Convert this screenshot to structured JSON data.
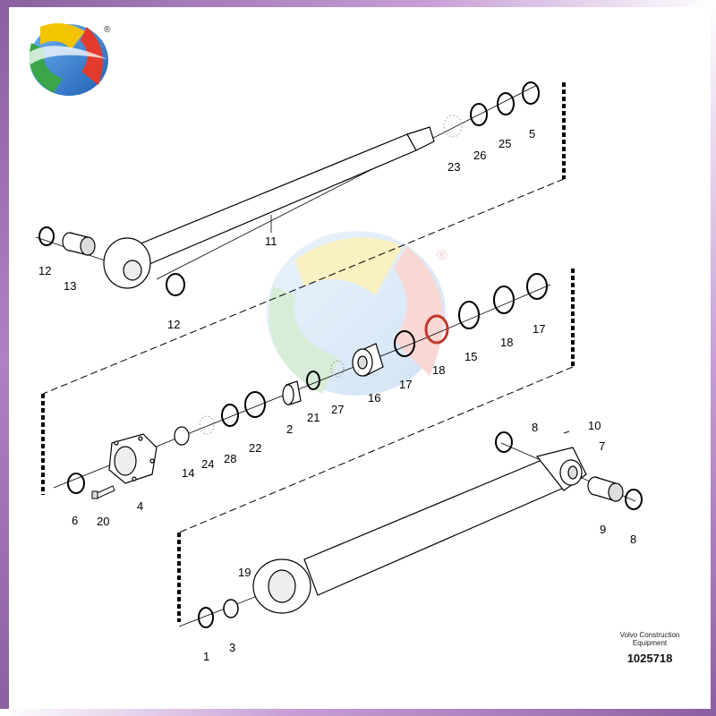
{
  "logo": {
    "registered_mark": "®"
  },
  "watermark": {
    "registered_mark": "®"
  },
  "labels": {
    "p1": "1",
    "p2": "2",
    "p3": "3",
    "p4": "4",
    "p5": "5",
    "p6": "6",
    "p7": "7",
    "p8a": "8",
    "p8b": "8",
    "p9": "9",
    "p10": "10",
    "p11": "11",
    "p12a": "12",
    "p12b": "12",
    "p13": "13",
    "p14": "14",
    "p15": "15",
    "p16": "16",
    "p17a": "17",
    "p17b": "17",
    "p18a": "18",
    "p18b": "18",
    "p19": "19",
    "p20": "20",
    "p21": "21",
    "p22": "22",
    "p23": "23",
    "p24": "24",
    "p25": "25",
    "p26": "26",
    "p27": "27",
    "p28": "28"
  },
  "credit": {
    "line1": "Volvo Construction",
    "line2": "Equipment"
  },
  "doc_number": "1025718"
}
